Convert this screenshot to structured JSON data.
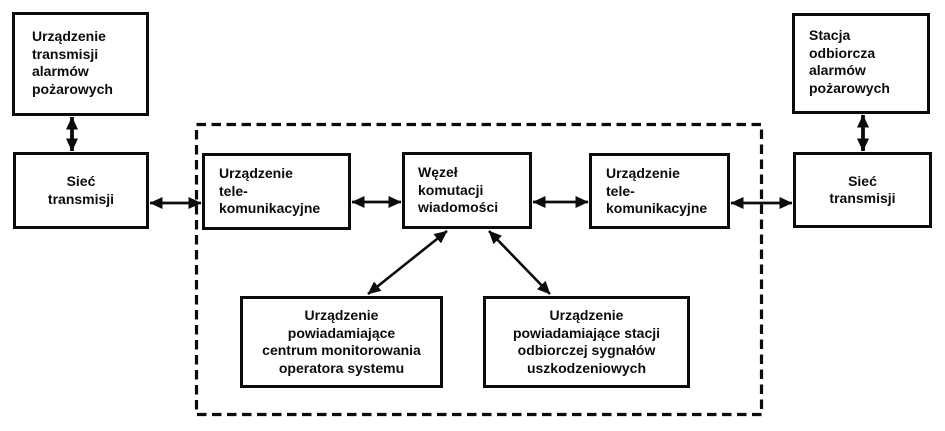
{
  "diagram": {
    "title": "Fire alarm transmission system block diagram",
    "colors": {
      "line": "#0c0c0c",
      "background": "#ffffff",
      "box_fill": "#ffffff"
    },
    "boxes": [
      {
        "id": "fire-alarm-transmission-device",
        "label": "Urządzenie\ntransmisji\nalarmów\npożarowych"
      },
      {
        "id": "transmission-network-left",
        "label": "Sieć\ntransmisji"
      },
      {
        "id": "telecom-device-left",
        "label": "Urządzenie\ntele-\nkomunikacyjne"
      },
      {
        "id": "message-switching-node",
        "label": "Węzeł\nkomutacji\nwiadomości"
      },
      {
        "id": "telecom-device-right",
        "label": "Urządzenie\ntele-\nkomunikacyjne"
      },
      {
        "id": "transmission-network-right",
        "label": "Sieć\ntransmisji"
      },
      {
        "id": "fire-alarm-receiving-station",
        "label": "Stacja\nodbiorcza\nalarmów\npożarowych"
      },
      {
        "id": "notifying-device-monitoring-centre",
        "label": "Urządzenie\npowiadamiające\ncentrum monitorowania\noperatora systemu"
      },
      {
        "id": "notifying-device-fault-signal-station",
        "label": "Urządzenie\npowiadamiające stacji\nodbiorczej sygnałów\nuszkodzeniowych"
      }
    ],
    "connections": [
      {
        "from": "fire-alarm-transmission-device",
        "to": "transmission-network-left",
        "bidirectional": true
      },
      {
        "from": "transmission-network-left",
        "to": "telecom-device-left",
        "bidirectional": true
      },
      {
        "from": "telecom-device-left",
        "to": "message-switching-node",
        "bidirectional": true
      },
      {
        "from": "message-switching-node",
        "to": "telecom-device-right",
        "bidirectional": true
      },
      {
        "from": "telecom-device-right",
        "to": "transmission-network-right",
        "bidirectional": true
      },
      {
        "from": "transmission-network-right",
        "to": "fire-alarm-receiving-station",
        "bidirectional": true
      },
      {
        "from": "message-switching-node",
        "to": "notifying-device-monitoring-centre",
        "bidirectional": true
      },
      {
        "from": "message-switching-node",
        "to": "notifying-device-fault-signal-station",
        "bidirectional": true
      }
    ]
  }
}
